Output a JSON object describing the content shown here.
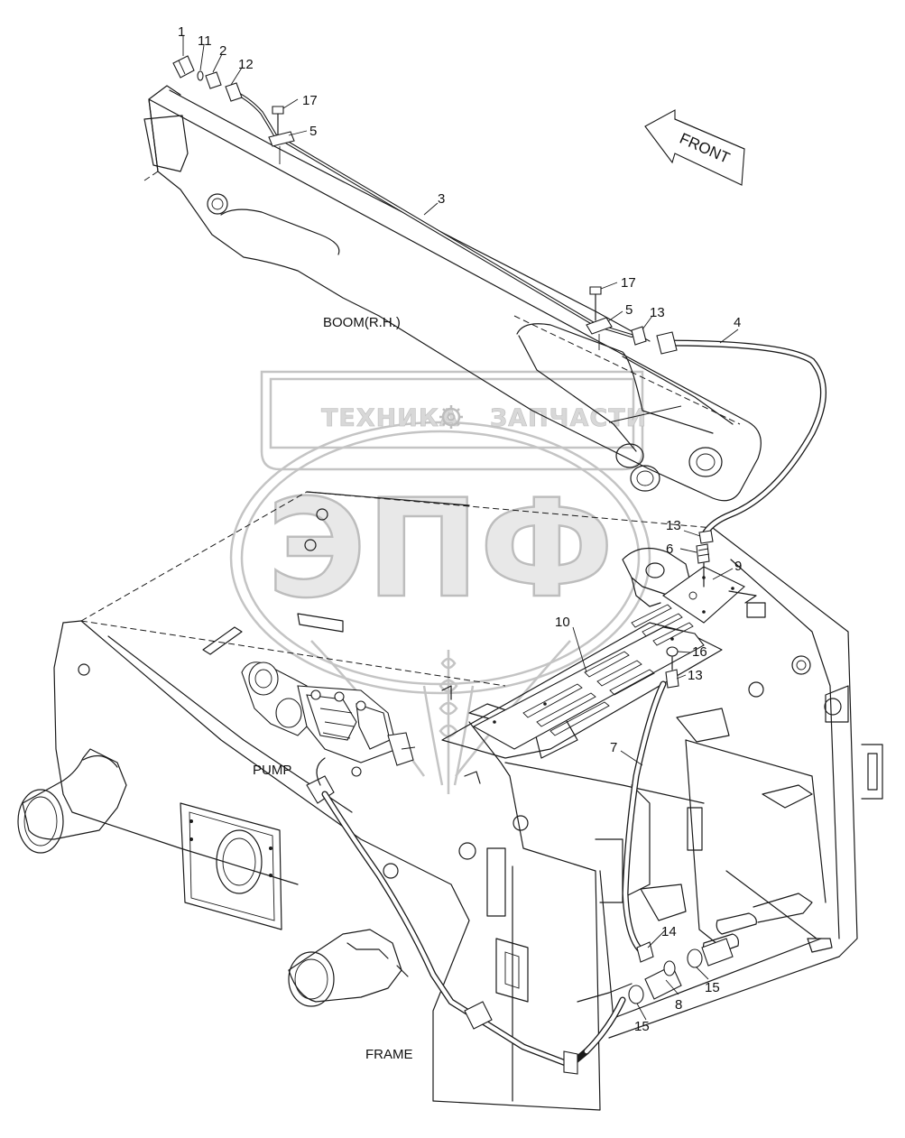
{
  "labels": {
    "boom": "BOOM(R.H.)",
    "pump": "PUMP",
    "frame": "FRAME",
    "front": "FRONT"
  },
  "watermark": {
    "text_left": "ТЕХНИКА",
    "text_right": "ЗАПЧАСТИ",
    "big": "ЭПФ"
  },
  "callouts": {
    "c1": "1",
    "c11": "11",
    "c2": "2",
    "c12": "12",
    "c17a": "17",
    "c5a": "5",
    "c3": "3",
    "c17b": "17",
    "c5b": "5",
    "c13a": "13",
    "c4": "4",
    "c13b": "13",
    "c6": "6",
    "c9": "9",
    "c10": "10",
    "c16": "16",
    "c13c": "13",
    "c7": "7",
    "c14": "14",
    "c15a": "15",
    "c8": "8",
    "c15b": "15"
  }
}
